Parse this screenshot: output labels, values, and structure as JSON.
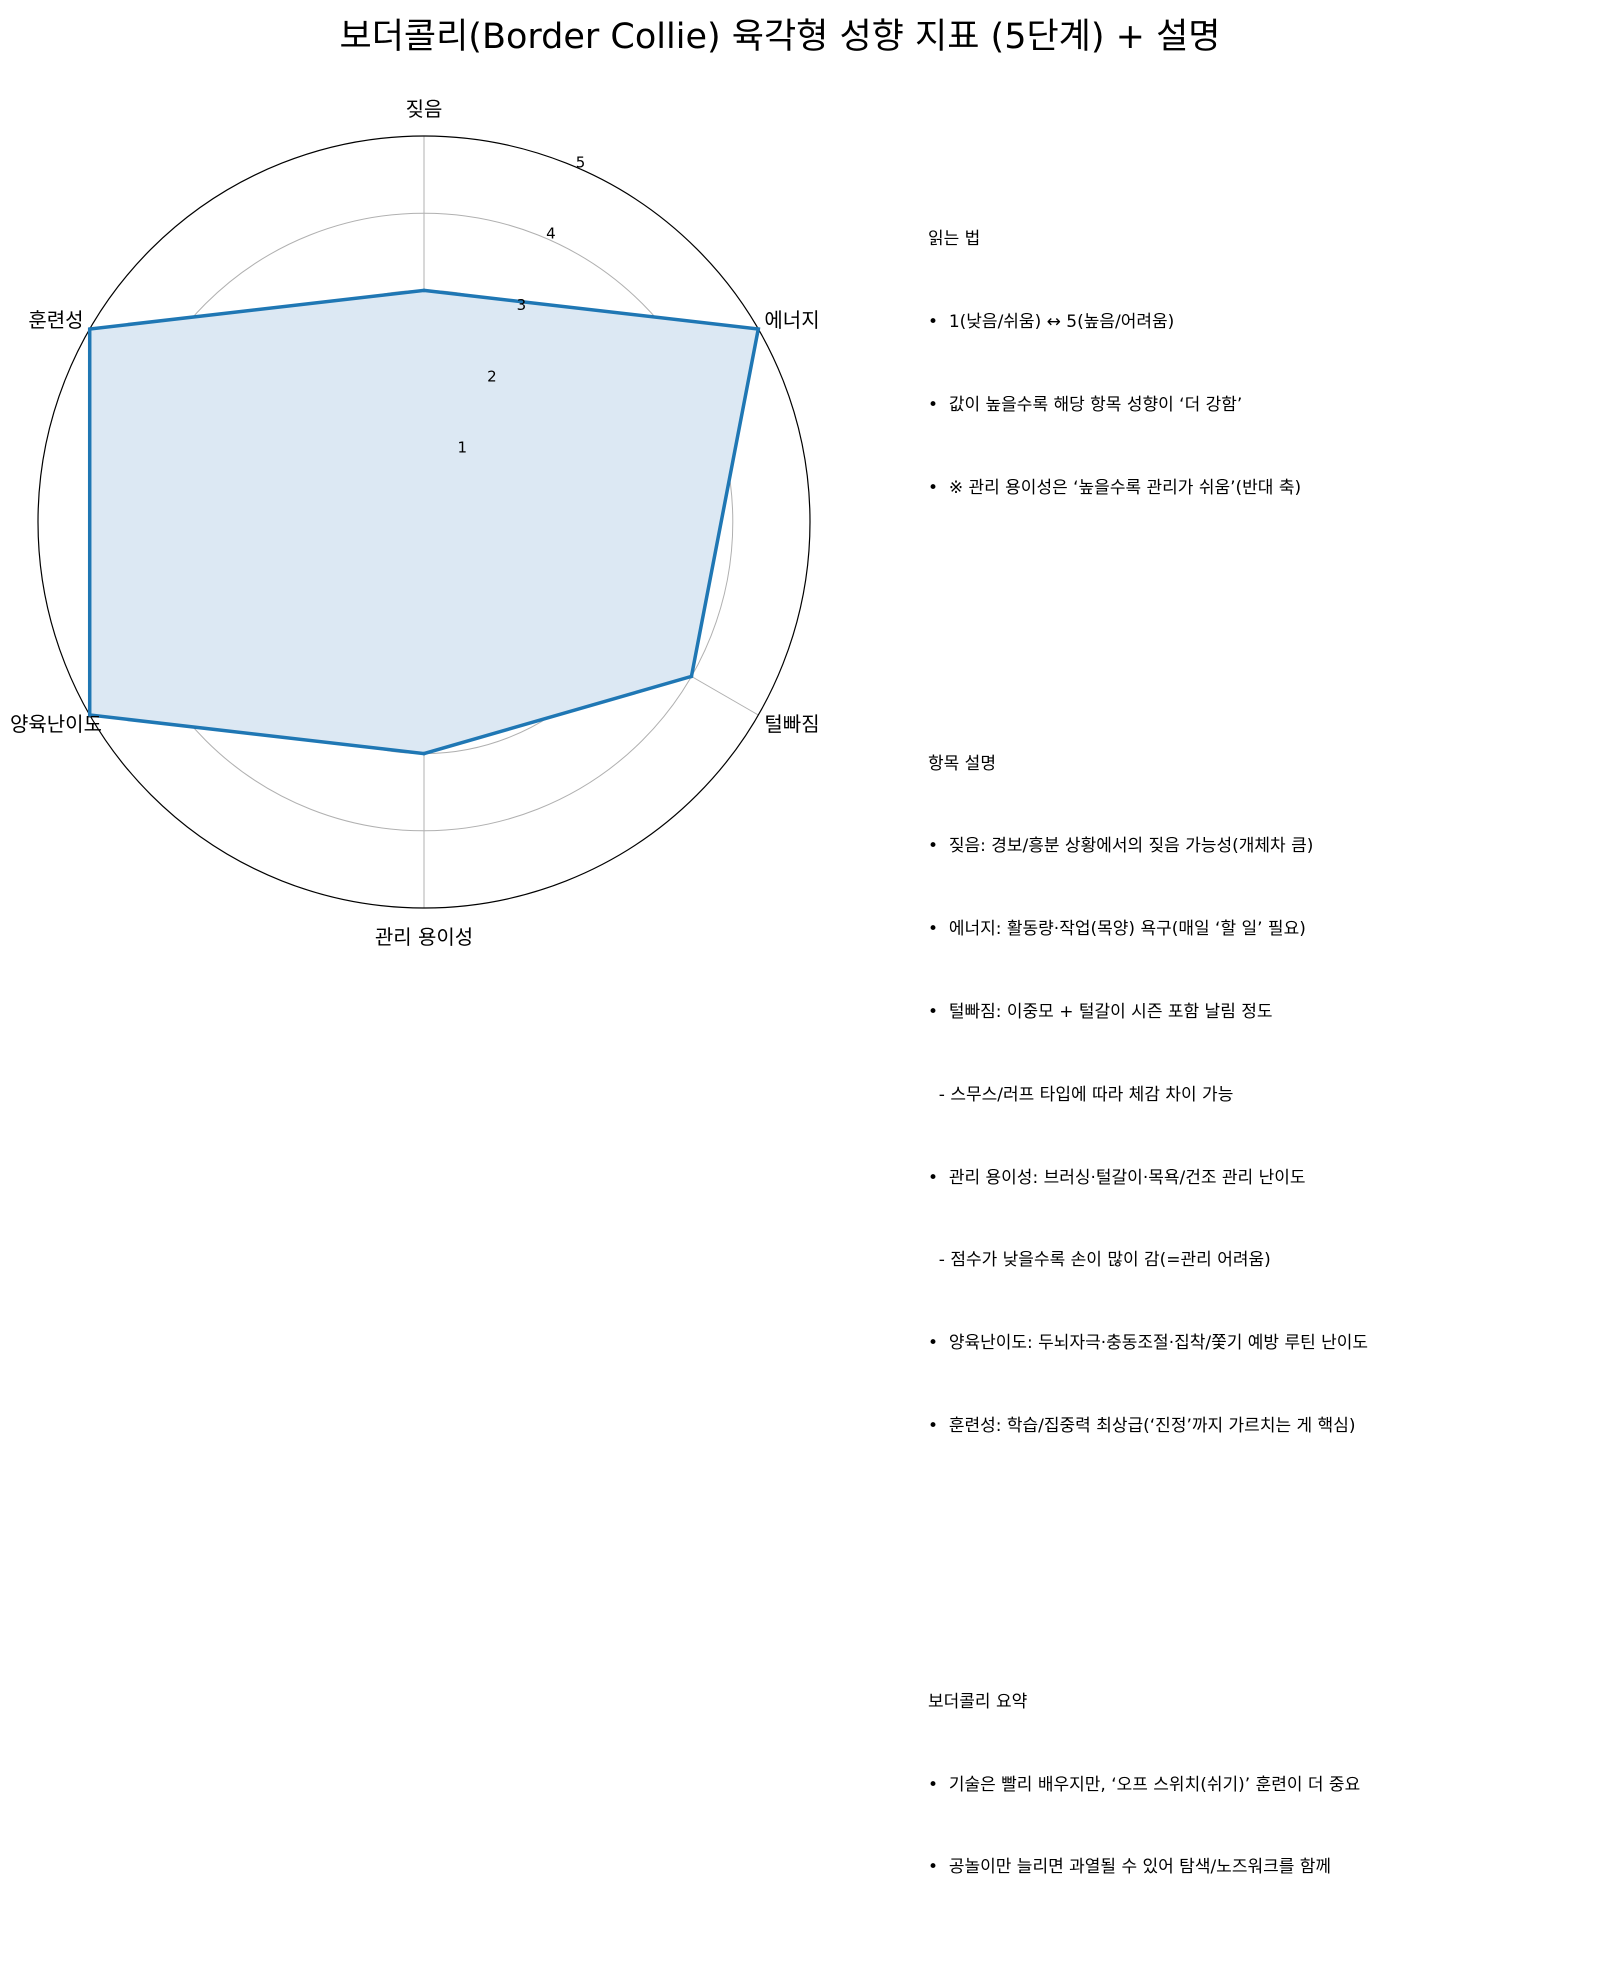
{
  "chart_data": {
    "type": "radar",
    "title": "보더콜리(Border Collie) 육각형 성향 지표 (5단계) + 설명",
    "categories": [
      "짖음",
      "에너지",
      "털빠짐",
      "관리 용이성",
      "양육난이도",
      "훈련성"
    ],
    "values": [
      3,
      5,
      4,
      3,
      5,
      5
    ],
    "rlim": [
      0,
      5
    ],
    "rticks": [
      "1",
      "2",
      "3",
      "4",
      "5"
    ],
    "color": "#1f77b4",
    "fill_color": "#dce8f3"
  },
  "panel": {
    "sections": [
      {
        "heading": "읽는 법",
        "lines": [
          "•  1(낮음/쉬움) ↔ 5(높음/어려움)",
          "•  값이 높을수록 해당 항목 성향이 ‘더 강함’",
          "•  ※ 관리 용이성은 ‘높을수록 관리가 쉬움’(반대 축)"
        ]
      },
      {
        "heading": "항목 설명",
        "lines": [
          "•  짖음: 경보/흥분 상황에서의 짖음 가능성(개체차 큼)",
          "•  에너지: 활동량·작업(목양) 욕구(매일 ‘할 일’ 필요)",
          "•  털빠짐: 이중모 + 털갈이 시즌 포함 날림 정도",
          "  - 스무스/러프 타입에 따라 체감 차이 가능",
          "•  관리 용이성: 브러싱·털갈이·목욕/건조 관리 난이도",
          "  - 점수가 낮을수록 손이 많이 감(=관리 어려움)",
          "•  양육난이도: 두뇌자극·충동조절·집착/쫓기 예방 루틴 난이도",
          "•  훈련성: 학습/집중력 최상급(‘진정’까지 가르치는 게 핵심)"
        ]
      },
      {
        "heading": "보더콜리 요약",
        "lines": [
          "•  기술은 빨리 배우지만, ‘오프 스위치(쉬기)’ 훈련이 더 중요",
          "•  공놀이만 늘리면 과열될 수 있어 탐색/노즈워크를 함께"
        ]
      }
    ]
  }
}
